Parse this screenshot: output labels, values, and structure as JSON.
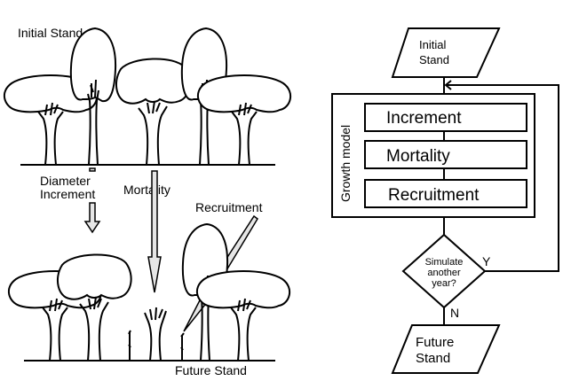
{
  "illustration": {
    "initial_stand_label": "Initial Stand",
    "future_stand_label": "Future Stand",
    "processes": {
      "diameter_increment_line1": "Diameter",
      "diameter_increment_line2": "Increment",
      "mortality": "Mortality",
      "recruitment": "Recruitment"
    }
  },
  "flowchart": {
    "start_line1": "Initial",
    "start_line2": "Stand",
    "group_label": "Growth model",
    "steps": [
      "Increment",
      "Mortality",
      "Recruitment"
    ],
    "decision_line1": "Simulate",
    "decision_line2": "another",
    "decision_line3": "year?",
    "yes_label": "Y",
    "no_label": "N",
    "end_line1": "Future",
    "end_line2": "Stand"
  },
  "colors": {
    "stroke": "#000000",
    "arrow_fill": "#e6e6e6",
    "background": "#ffffff"
  }
}
